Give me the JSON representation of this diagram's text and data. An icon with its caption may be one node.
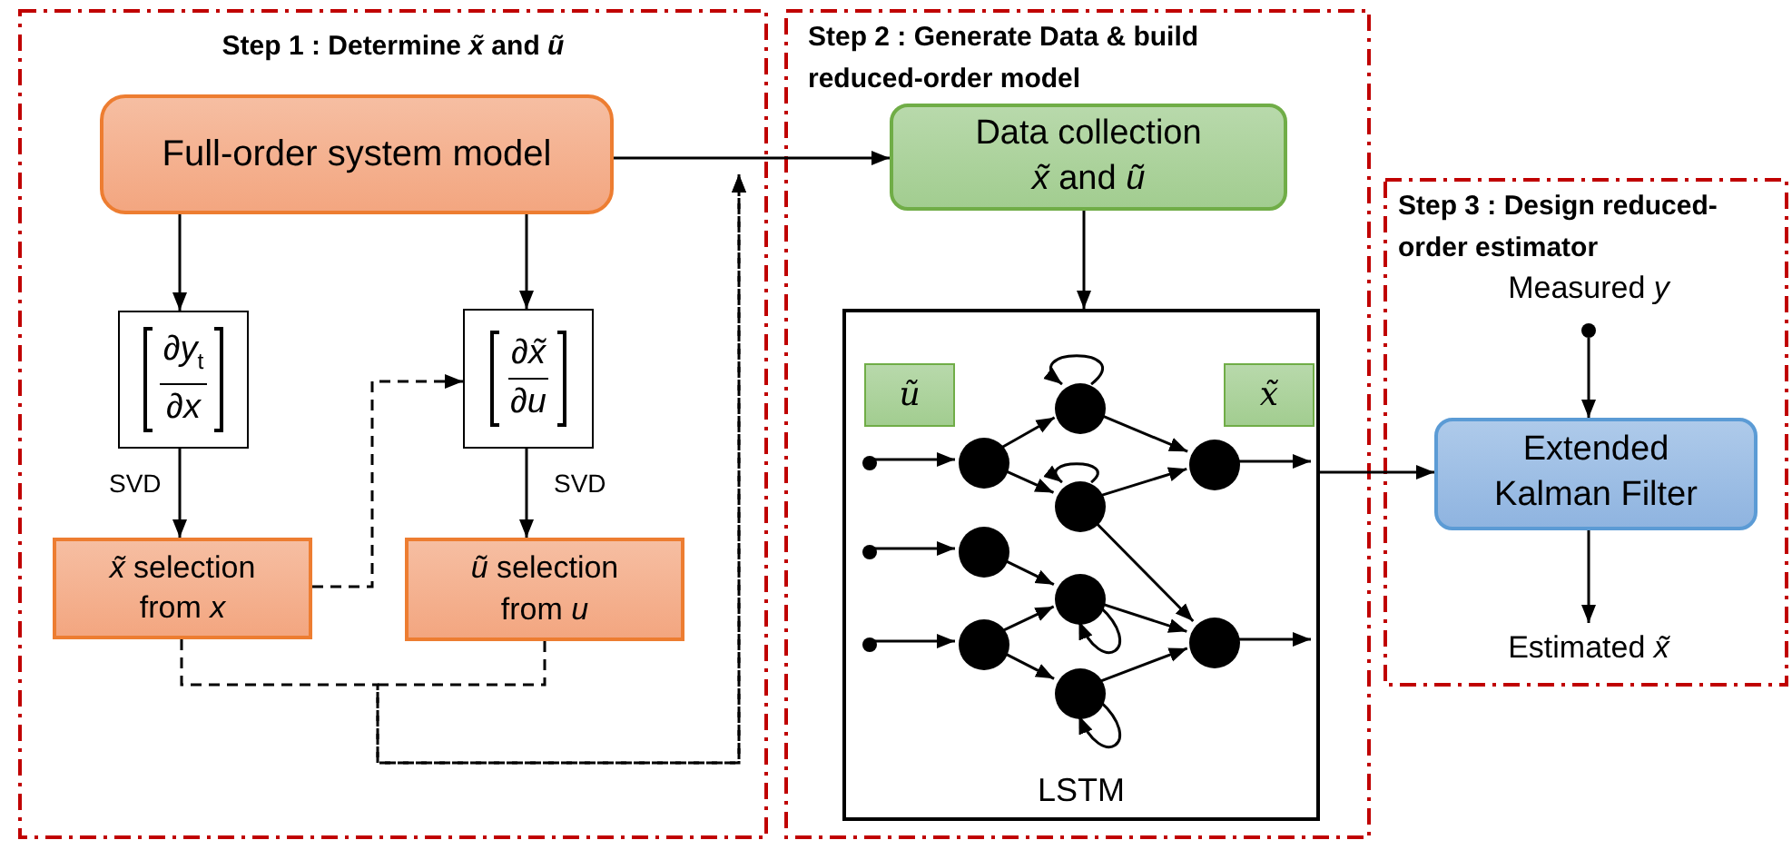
{
  "diagram": {
    "nodes": [
      {
        "text": [
          "Step 1 : Determine *x̃* and *ũ*"
        ]
      },
      {
        "text": [
          "Full-order system model"
        ],
        "in": 0
      },
      {
        "text": [
          "∂*y*$_{t}$",
          "∂*x*"
        ],
        "in": 0
      },
      {
        "text": [
          "∂*x̃*",
          "∂*u*"
        ],
        "in": 0
      },
      {
        "text": [
          "*x̃* selection from *x*"
        ],
        "in": 0
      },
      {
        "text": [
          "*ũ* selection from *u*"
        ],
        "in": 0
      },
      {
        "text": [
          "Step 2 : Generate Data & build reduced-order model"
        ]
      },
      {
        "text": [
          "Data collection *x̃* and *ũ*"
        ],
        "in": 6
      },
      {
        "text": [
          "LSTM"
        ],
        "in": 6
      },
      {
        "text": [
          "ũ"
        ],
        "in": 8
      },
      {
        "text": [
          "x̃"
        ],
        "in": 8
      },
      {
        "text": [],
        "shape": "dot",
        "in": 8
      },
      {
        "text": [],
        "shape": "dot",
        "in": 8
      },
      {
        "text": [],
        "shape": "dot",
        "in": 8
      },
      {
        "text": [],
        "shape": "circle",
        "in": 8
      },
      {
        "text": [],
        "shape": "circle",
        "in": 8
      },
      {
        "text": [],
        "shape": "circle",
        "in": 8
      },
      {
        "text": [],
        "shape": "circle",
        "in": 8
      },
      {
        "text": [],
        "shape": "circle",
        "in": 8
      },
      {
        "text": [],
        "shape": "circle",
        "in": 8
      },
      {
        "text": [],
        "shape": "circle",
        "in": 8
      },
      {
        "text": [],
        "shape": "circle",
        "in": 8
      },
      {
        "text": [],
        "shape": "circle",
        "in": 8
      },
      {
        "text": [
          "Step 3 : Design reduced-order estimator"
        ]
      },
      {
        "text": [
          "Measured *y*"
        ],
        "in": 23
      },
      {
        "text": [],
        "shape": "dot",
        "in": 23
      },
      {
        "text": [
          "Extended Kalman Filter"
        ],
        "in": 23
      },
      {
        "text": [
          "Estimated *x̃*"
        ],
        "in": 23
      }
    ],
    "edges": [
      {
        "from": 1,
        "to": 7,
        "arrow": "to"
      },
      {
        "from": 1,
        "to": 2,
        "arrow": "to"
      },
      {
        "from": 1,
        "to": 3,
        "arrow": "to"
      },
      {
        "from": 2,
        "to": 4,
        "arrow": "to",
        "label": "SVD"
      },
      {
        "from": 3,
        "to": 5,
        "arrow": "to",
        "label": "SVD"
      },
      {
        "from": 4,
        "to": 3,
        "arrow": "to",
        "style": "dashed"
      },
      {
        "from": 4,
        "to": null,
        "arrow": "to",
        "style": "dashed"
      },
      {
        "from": 5,
        "to": null,
        "arrow": "to",
        "style": "dashed"
      },
      {
        "from": 7,
        "to": 8,
        "arrow": "to"
      },
      {
        "from": 11,
        "to": 14,
        "arrow": "to"
      },
      {
        "from": 12,
        "to": 15,
        "arrow": "to"
      },
      {
        "from": 13,
        "to": 16,
        "arrow": "to"
      },
      {
        "from": 14,
        "to": 17,
        "arrow": "to"
      },
      {
        "from": 14,
        "to": 18,
        "arrow": "to"
      },
      {
        "from": 15,
        "to": 19,
        "arrow": "to"
      },
      {
        "from": 16,
        "to": 19,
        "arrow": "to"
      },
      {
        "from": 16,
        "to": 20,
        "arrow": "to"
      },
      {
        "from": 17,
        "to": 21,
        "arrow": "to"
      },
      {
        "from": 18,
        "to": 21,
        "arrow": "to"
      },
      {
        "from": 18,
        "to": 22,
        "arrow": "to"
      },
      {
        "from": 19,
        "to": 22,
        "arrow": "to"
      },
      {
        "from": 20,
        "to": 22,
        "arrow": "to"
      },
      {
        "from": 21,
        "to": null,
        "arrow": "to"
      },
      {
        "from": 22,
        "to": null,
        "arrow": "to"
      },
      {
        "from": 17,
        "to": 17,
        "arrow": "to"
      },
      {
        "from": 18,
        "to": 18,
        "arrow": "to"
      },
      {
        "from": 19,
        "to": 19,
        "arrow": "to"
      },
      {
        "from": 20,
        "to": 20,
        "arrow": "to"
      },
      {
        "from": 8,
        "to": 26,
        "arrow": "to"
      },
      {
        "from": 25,
        "to": 26,
        "arrow": "to"
      },
      {
        "from": 26,
        "to": 27,
        "arrow": "to"
      }
    ]
  }
}
